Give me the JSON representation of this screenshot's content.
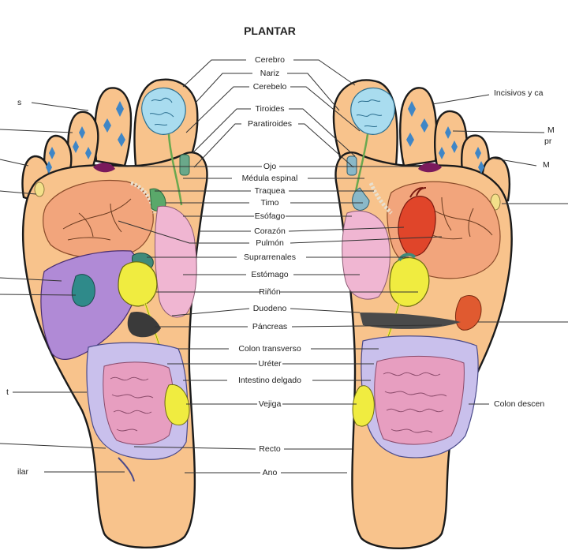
{
  "title": "PLANTAR",
  "center_labels": [
    "Cerebro",
    "Nariz",
    "Cerebelo",
    "Tiroides",
    "Paratiroides",
    "Ojo",
    "Médula espinal",
    "Traquea",
    "Timo",
    "Esófago",
    "Corazón",
    "Pulmón",
    "Suprarrenales",
    "Estómago",
    "Riñón",
    "Duodeno",
    "Páncreas",
    "Colon transverso",
    "Uréter",
    "Intestino delgado",
    "Vejiga",
    "Recto",
    "Ano"
  ],
  "left_edge_labels": [
    "s",
    "ilar",
    "t"
  ],
  "right_edge_labels": [
    "Incisivos y ca",
    "M",
    "pr",
    "M",
    "Colon descen"
  ],
  "colors": {
    "skin": "#f8c38c",
    "brain": "#a9dcef",
    "liver": "#b08ad6",
    "lung": "#f2a57c",
    "intestine": "#e79ec0",
    "colon": "#c9c0ec",
    "kidney": "#f0ec40",
    "heart": "#e0452a",
    "stomach": "#f0b6d2",
    "teeth": "#3f86c6"
  }
}
